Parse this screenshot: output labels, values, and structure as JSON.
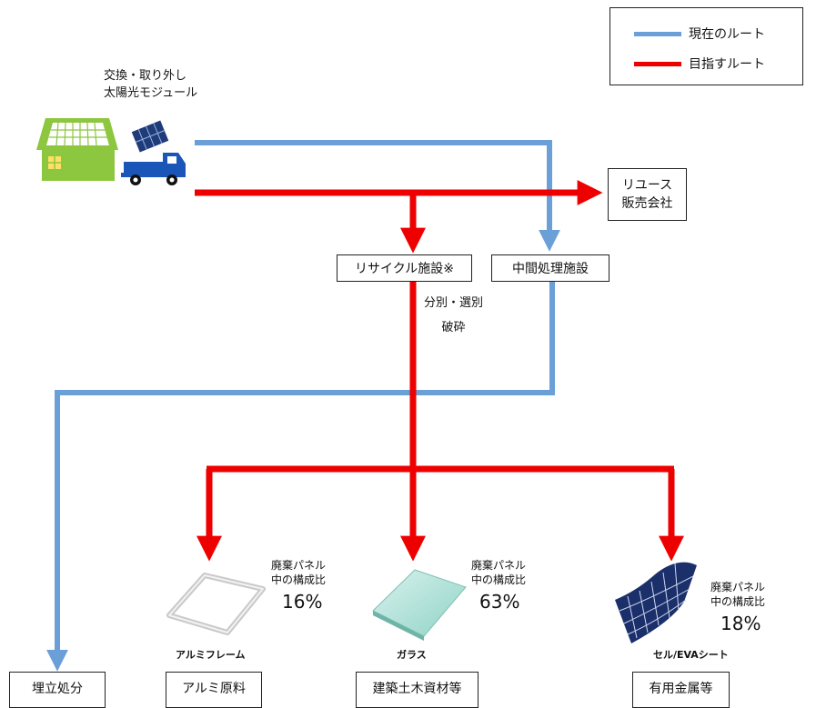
{
  "legend": {
    "current_route": "現在のルート",
    "target_route": "目指すルート",
    "current_color": "#6a9fd8",
    "target_color": "#ee0000"
  },
  "source": {
    "line1": "交換・取り外し",
    "line2": "太陽光モジュール"
  },
  "nodes": {
    "reuse_line1": "リユース",
    "reuse_line2": "販売会社",
    "recycling": "リサイクル施設※",
    "intermediate": "中間処理施設"
  },
  "process": {
    "line1": "分別・選別",
    "line2": "破砕"
  },
  "components": [
    {
      "caption": "アルミフレーム",
      "ratio_line1": "廃棄パネル",
      "ratio_line2": "中の構成比",
      "percent": "16%",
      "destination": "アルミ原料"
    },
    {
      "caption": "ガラス",
      "ratio_line1": "廃棄パネル",
      "ratio_line2": "中の構成比",
      "percent": "63%",
      "destination": "建築土木資材等"
    },
    {
      "caption": "セル/EVAシート",
      "ratio_line1": "廃棄パネル",
      "ratio_line2": "中の構成比",
      "percent": "18%",
      "destination": "有用金属等"
    }
  ],
  "landfill": "埋立処分"
}
